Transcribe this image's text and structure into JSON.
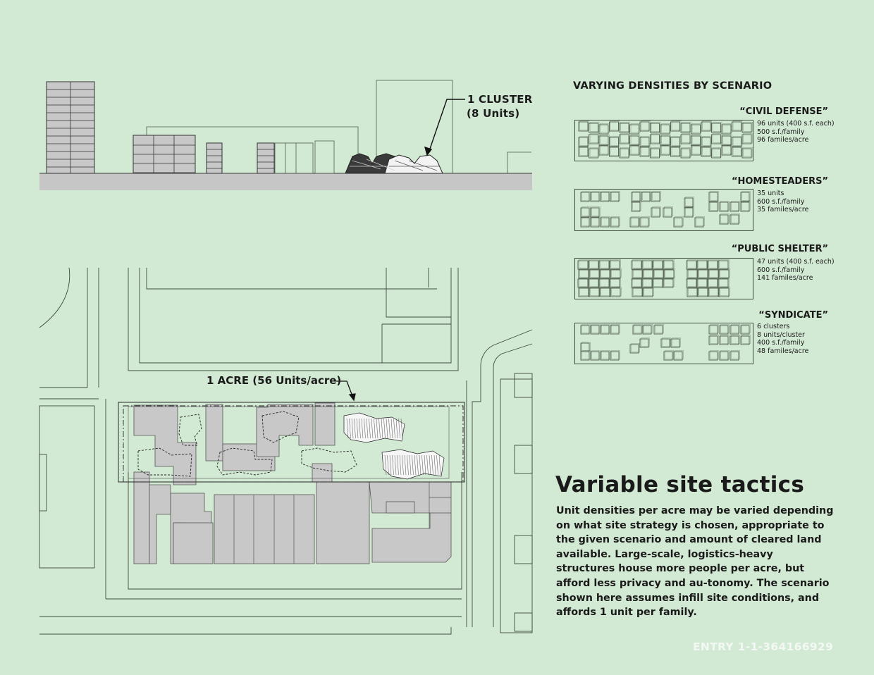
{
  "section": {
    "cluster_label_line1": "1 CLUSTER",
    "cluster_label_line2": "(8 Units)"
  },
  "plan": {
    "acre_label": "1 ACRE (56 Units/acre)"
  },
  "scenarios": {
    "heading": "VARYING DENSITIES BY SCENARIO",
    "items": [
      {
        "name": "“CIVIL DEFENSE”",
        "stats": [
          "96 units (400 s.f. each)",
          "500 s.f./family",
          "96 familes/acre"
        ]
      },
      {
        "name": "“HOMESTEADERS”",
        "stats": [
          "35 units",
          "600 s.f./family",
          "35 familes/acre"
        ]
      },
      {
        "name": "“PUBLIC SHELTER”",
        "stats": [
          "47 units (400 s.f. each)",
          "600 s.f./family",
          "141 familes/acre"
        ]
      },
      {
        "name": "“SYNDICATE”",
        "stats": [
          "6 clusters",
          "8 units/cluster",
          "400 s.f./family",
          "48 familes/acre"
        ]
      }
    ]
  },
  "text": {
    "title": "Variable site tactics",
    "body": "Unit densities per acre may be varied depending on what site strategy is chosen, appropriate to the given scenario and amount of cleared land available. Large-scale, logistics-heavy structures house more people per acre, but afford less privacy and au-tonomy. The scenario shown here assumes infill site conditions, and affords 1 unit per family."
  },
  "footer": {
    "entry": "ENTRY 1-1-364166929"
  },
  "colors": {
    "background": "#d2e9d3",
    "building_fill": "#c8c8c8",
    "line": "#3a3a3a",
    "ground": "#c6c6c6",
    "entry_text": "#f4f8f4"
  }
}
